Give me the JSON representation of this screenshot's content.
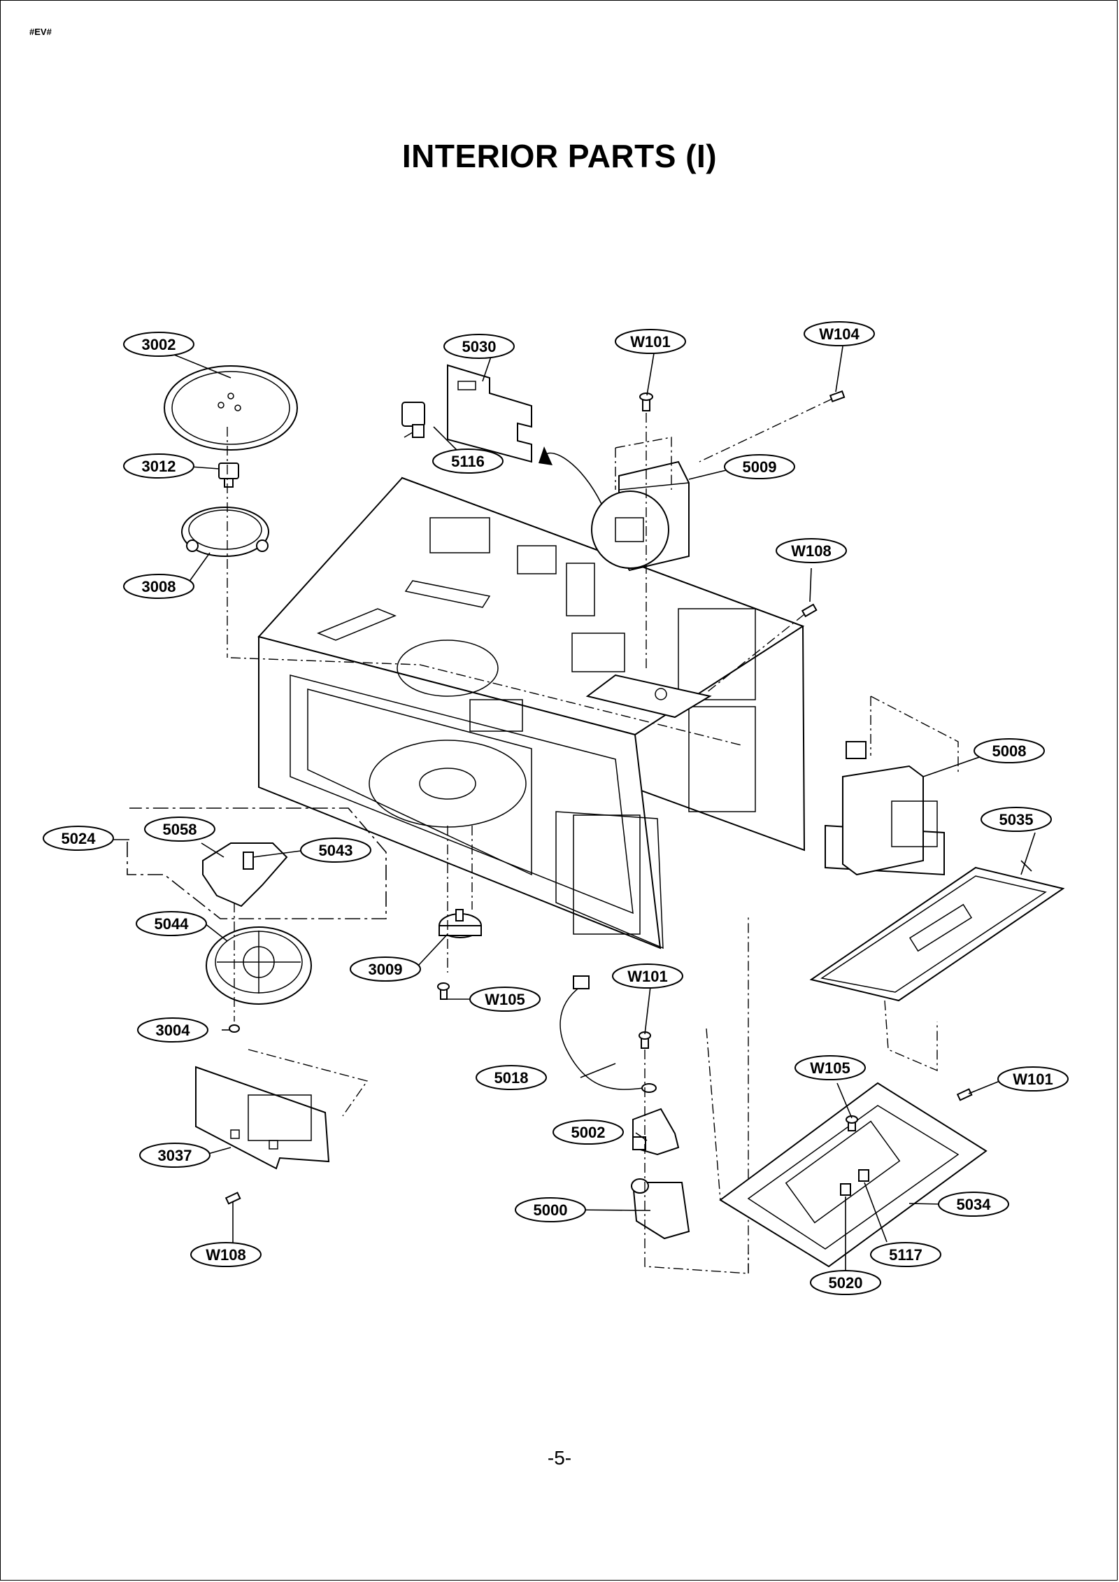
{
  "header": {
    "tag": "#EV#"
  },
  "title": "INTERIOR PARTS (I)",
  "page_number": "-5-",
  "labels": {
    "p3002": "3002",
    "p5030": "5030",
    "pW101a": "W101",
    "pW104": "W104",
    "p3012": "3012",
    "p5116": "5116",
    "p5009": "5009",
    "p3008": "3008",
    "pW108a": "W108",
    "p5008": "5008",
    "p5035": "5035",
    "p5024": "5024",
    "p5058": "5058",
    "p5043": "5043",
    "p5044": "5044",
    "p3009": "3009",
    "pW101b": "W101",
    "pW105a": "W105",
    "p3004": "3004",
    "p5018": "5018",
    "pW105b": "W105",
    "pW101c": "W101",
    "p5002": "5002",
    "p3037": "3037",
    "p5000": "5000",
    "p5034": "5034",
    "p5117": "5117",
    "pW108b": "W108",
    "p5020": "5020"
  }
}
